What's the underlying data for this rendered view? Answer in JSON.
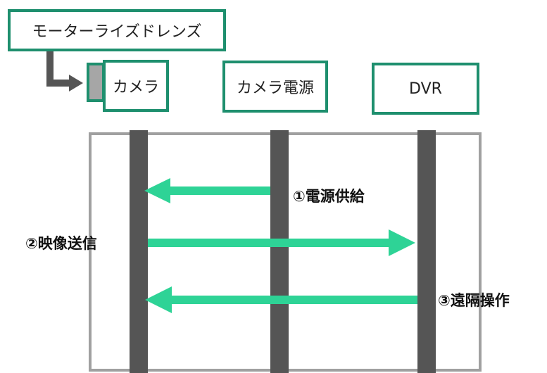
{
  "nodes": {
    "lens": "モーターライズドレンズ",
    "camera": "カメラ",
    "power": "カメラ電源",
    "dvr": "DVR"
  },
  "messages": {
    "power_supply": "①電源供給",
    "video_transmission": "②映像送信",
    "remote_operation": "③遠隔操作"
  },
  "colors": {
    "box_border": "#1e8f6e",
    "arrow": "#2ed396",
    "lifeline": "#555555",
    "frame": "#a0a0a0"
  }
}
